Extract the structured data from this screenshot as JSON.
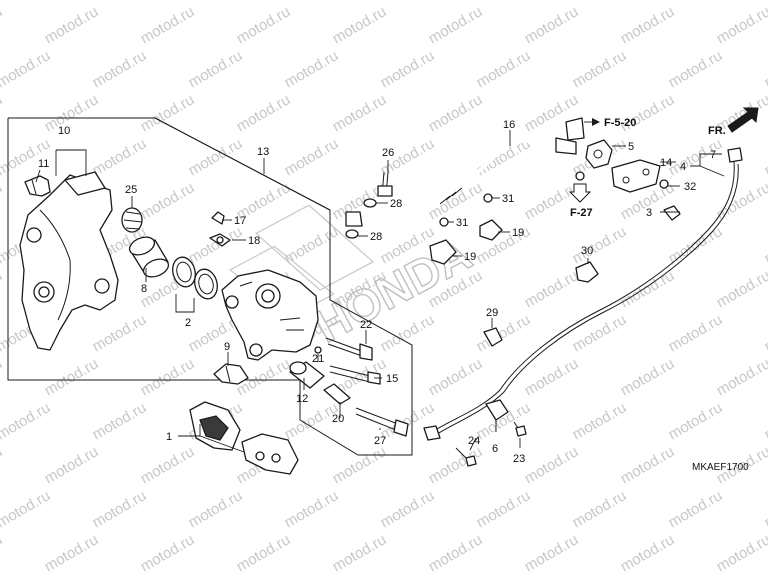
{
  "watermark_text": "motod.ru",
  "logo_text": "HONDA",
  "diagram_code": "MKAEF1700",
  "references": {
    "f520": "F-5-20",
    "f27": "F-27",
    "front": "FR."
  },
  "callouts": [
    "1",
    "2",
    "3",
    "4",
    "5",
    "6",
    "7",
    "8",
    "9",
    "10",
    "11",
    "12",
    "13",
    "14",
    "15",
    "16",
    "17",
    "18",
    "19",
    "19",
    "20",
    "21",
    "22",
    "23",
    "24",
    "25",
    "26",
    "27",
    "28",
    "28",
    "29",
    "30",
    "31",
    "31",
    "32"
  ],
  "colors": {
    "line": "#1a1a1a",
    "watermark": "#c8c8c8",
    "background": "#ffffff"
  }
}
